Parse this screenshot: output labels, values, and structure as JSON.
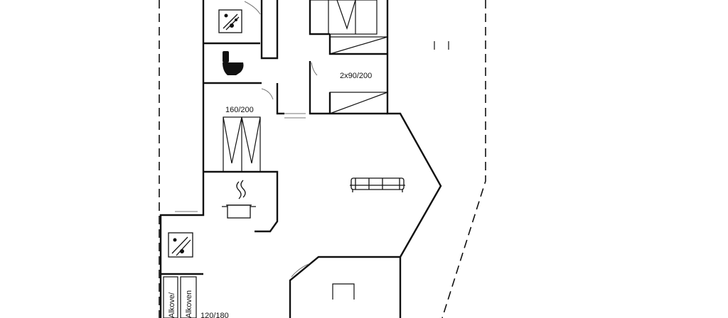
{
  "labels": {
    "bed_top": "2x90/200",
    "bed_middle": "160/200",
    "alcove_a": "Alkove/",
    "alcove_b": "Alkoven",
    "bed_bottom": "120/180"
  },
  "icons": {
    "washer": "washing-machine-icon",
    "toilet": "toilet-icon",
    "stove": "cooking-pot-icon",
    "sofa": "sofa-icon",
    "dishwasher": "dishwasher-icon"
  }
}
